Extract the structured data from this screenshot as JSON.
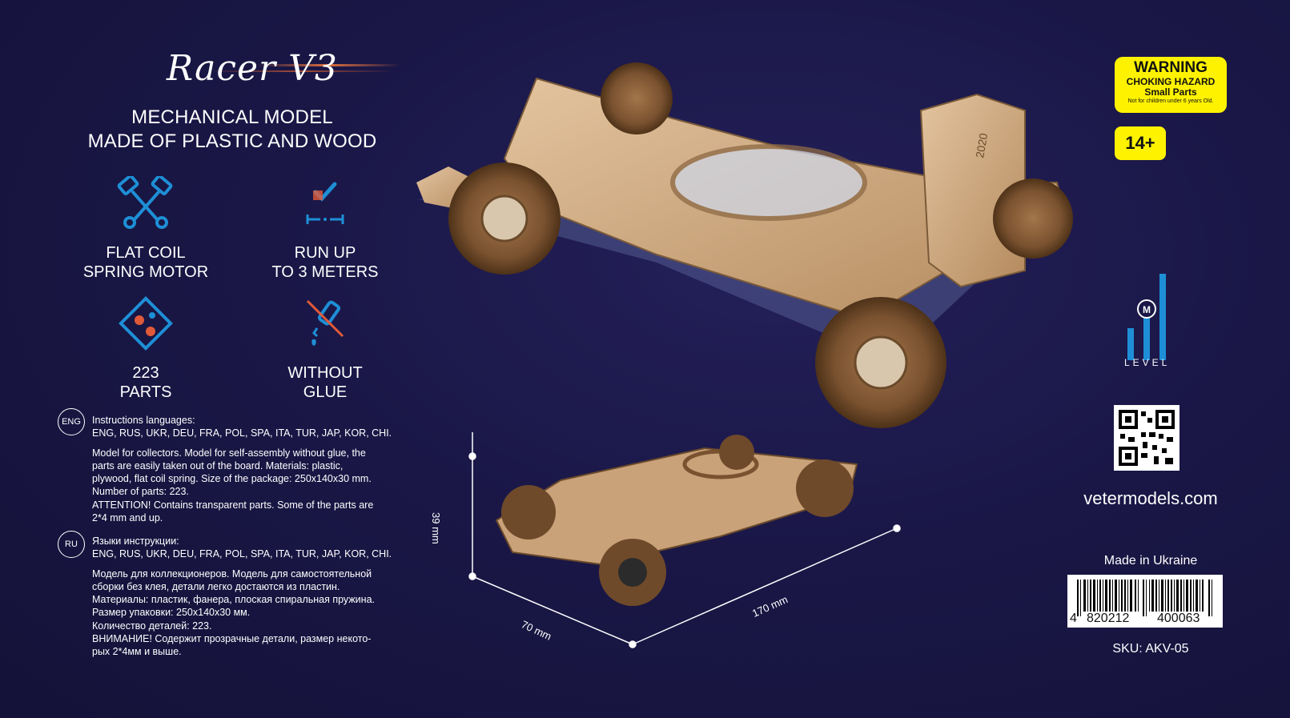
{
  "product": {
    "logo_text": "Racer V3",
    "headline_line1": "MECHANICAL MODEL",
    "headline_line2": "MADE OF PLASTIC AND WOOD"
  },
  "features": [
    {
      "icon": "pistons-icon",
      "line1": "FLAT COIL",
      "line2": "SPRING MOTOR"
    },
    {
      "icon": "distance-check-icon",
      "line1": "RUN UP",
      "line2": "TO 3 METERS"
    },
    {
      "icon": "puzzle-parts-icon",
      "line1": "223",
      "line2": "PARTS"
    },
    {
      "icon": "no-glue-icon",
      "line1": "WITHOUT",
      "line2": "GLUE"
    }
  ],
  "instructions": {
    "eng": {
      "badge": "ENG",
      "title": "Instructions languages:",
      "languages": "ENG, RUS, UKR, DEU, FRA, POL, SPA, ITA, TUR, JAP, KOR, CHI.",
      "body": [
        "Model for collectors. Model for self-assembly without glue, the",
        "parts are easily taken out of the board. Materials: plastic,",
        "plywood, flat coil spring. Size of the package: 250x140x30 mm.",
        "Number of parts: 223.",
        "ATTENTION! Contains transparent parts. Some of the parts are",
        "2*4 mm and up."
      ]
    },
    "ru": {
      "badge": "RU",
      "title": "Языки инструкции:",
      "languages": "ENG, RUS, UKR, DEU, FRA, POL, SPA, ITA, TUR, JAP, KOR, CHI.",
      "body": [
        "Модель для коллекционеров. Модель для самостоятельной",
        "сборки без клея, детали легко достаются из пластин.",
        "Материалы: пластик, фанера, плоская спиральная пружина.",
        "Размер упаковки: 250х140х30 мм.",
        "Количество деталей: 223.",
        "ВНИМАНИЕ! Содержит прозрачные детали, размер некото-",
        "рых 2*4мм и выше."
      ]
    }
  },
  "dimensions": {
    "height": "39 mm",
    "width": "70 mm",
    "length": "170 mm"
  },
  "model_year": "2020",
  "warning": {
    "title": "WARNING",
    "line2": "CHOKING HAZARD",
    "line3": "Small Parts",
    "line4": "Not for children under 6 years Old."
  },
  "age": "14+",
  "level": {
    "badge": "M",
    "label": "LEVEL",
    "value": 2,
    "max": 3
  },
  "website": "vetermodels.com",
  "made_in": "Made in Ukraine",
  "barcode": {
    "d1": "4",
    "d2": "820212",
    "d3": "400063"
  },
  "sku": "SKU: AKV-05",
  "colors": {
    "background": "#1a1747",
    "accent": "#1e8fd6",
    "warning": "#fff200",
    "wood": "#c9a27a"
  }
}
